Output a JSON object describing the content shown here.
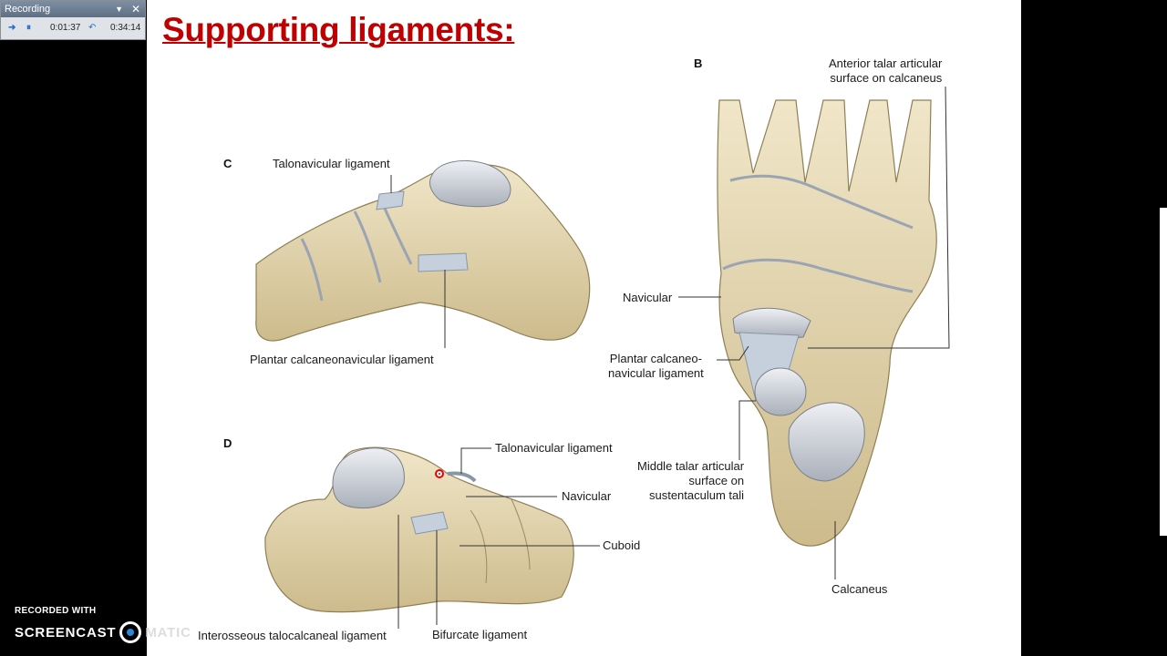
{
  "recorder": {
    "title": "Recording",
    "elapsed": "0:01:37",
    "remaining": "0:34:14"
  },
  "slide": {
    "title": "Supporting ligaments:",
    "panel_c": {
      "letter": "C",
      "labels": {
        "talonavicular": "Talonavicular ligament",
        "plantar_calc": "Plantar calcaneonavicular ligament"
      }
    },
    "panel_d": {
      "letter": "D",
      "labels": {
        "talonavicular": "Talonavicular ligament",
        "navicular": "Navicular",
        "cuboid": "Cuboid",
        "interosseous": "Interosseous talocalcaneal ligament",
        "bifurcate": "Bifurcate ligament"
      }
    },
    "panel_b": {
      "letter": "B",
      "labels": {
        "anterior_line1": "Anterior talar articular",
        "anterior_line2": "surface on calcaneus",
        "navicular": "Navicular",
        "plantar_line1": "Plantar calcaneo-",
        "plantar_line2": "navicular ligament",
        "middle_line1": "Middle talar articular",
        "middle_line2": "surface on",
        "middle_line3": "sustentaculum tali",
        "calcaneus": "Calcaneus"
      }
    }
  },
  "watermark": {
    "line1": "RECORDED WITH",
    "line2a": "SCREENCAST",
    "line2b": "MATIC"
  },
  "colors": {
    "title": "#c00000",
    "bone": "#e6d9b3",
    "cartilage": "#c9ccd3",
    "ligament": "#b9c7d6"
  }
}
